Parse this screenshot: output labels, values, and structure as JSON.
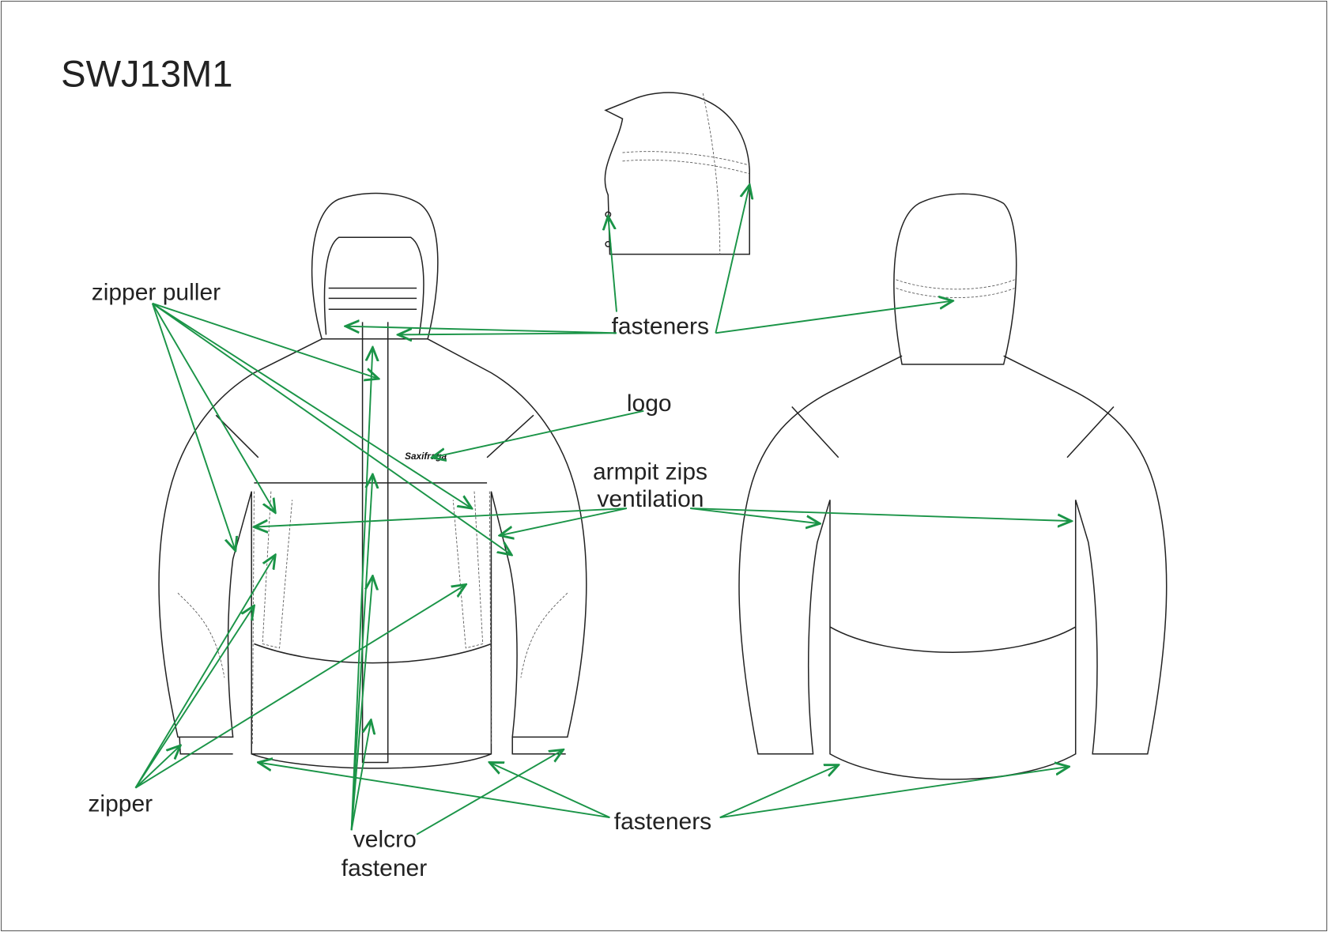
{
  "title": "SWJ13M1",
  "logo_text": "Saxifraga",
  "labels": {
    "zipper_puller": "zipper puller",
    "fasteners_top": "fasteners",
    "logo": "logo",
    "armpit_line1": "armpit zips",
    "armpit_line2": "ventilation",
    "zipper": "zipper",
    "velcro_line1": "velcro",
    "velcro_line2": "fastener",
    "fasteners_bottom": "fasteners"
  },
  "colors": {
    "arrow": "#1a9447",
    "line": "#222222"
  }
}
